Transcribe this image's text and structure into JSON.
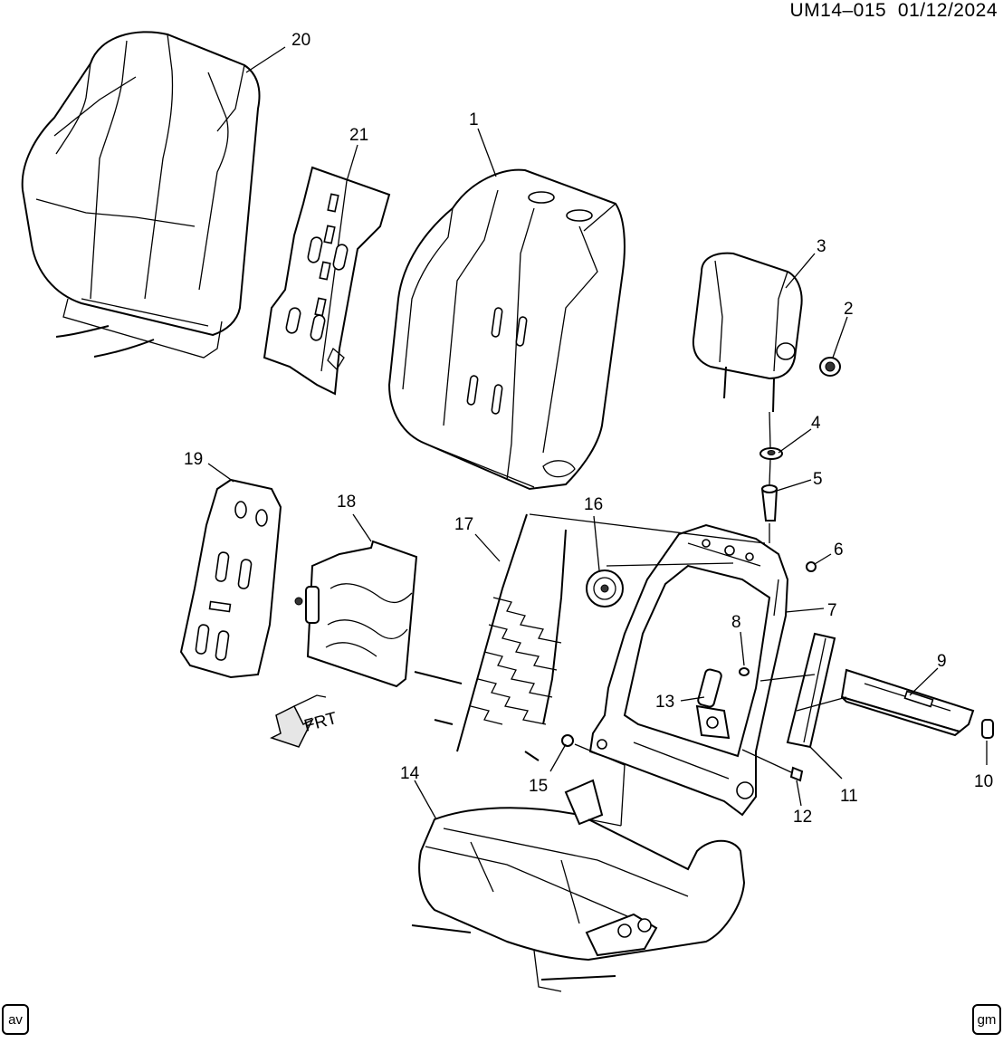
{
  "header": {
    "doc_id": "UM14–015",
    "date": "01/12/2024"
  },
  "corner_badges": {
    "left": "av",
    "right": "gm"
  },
  "direction_marker": {
    "label": "FRT"
  },
  "callouts": [
    {
      "id": "c1",
      "label": "1"
    },
    {
      "id": "c2",
      "label": "2"
    },
    {
      "id": "c3",
      "label": "3"
    },
    {
      "id": "c4",
      "label": "4"
    },
    {
      "id": "c5",
      "label": "5"
    },
    {
      "id": "c6",
      "label": "6"
    },
    {
      "id": "c7",
      "label": "7"
    },
    {
      "id": "c8",
      "label": "8"
    },
    {
      "id": "c9",
      "label": "9"
    },
    {
      "id": "c10",
      "label": "10"
    },
    {
      "id": "c11",
      "label": "11"
    },
    {
      "id": "c12",
      "label": "12"
    },
    {
      "id": "c13",
      "label": "13"
    },
    {
      "id": "c14",
      "label": "14"
    },
    {
      "id": "c15",
      "label": "15"
    },
    {
      "id": "c16",
      "label": "16"
    },
    {
      "id": "c17",
      "label": "17"
    },
    {
      "id": "c18",
      "label": "18"
    },
    {
      "id": "c19",
      "label": "19"
    },
    {
      "id": "c20",
      "label": "20"
    },
    {
      "id": "c21",
      "label": "21"
    }
  ]
}
